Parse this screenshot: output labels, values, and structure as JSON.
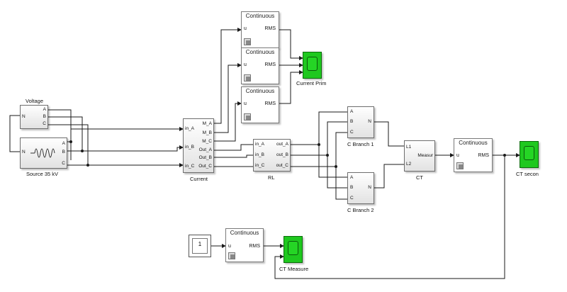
{
  "blocks": {
    "voltage": {
      "title": "Voltage",
      "ports": [
        "N",
        "A",
        "B",
        "C"
      ]
    },
    "source": {
      "title": "Source 35 kV",
      "ports": [
        "N",
        "A",
        "B",
        "C"
      ]
    },
    "current": {
      "title": "Current",
      "in": [
        "in_A",
        "in_B",
        "in_C"
      ],
      "out": [
        "M_A",
        "M_B",
        "M_C",
        "Out_A",
        "Out_B",
        "Out_C"
      ]
    },
    "rl": {
      "title": "RL",
      "in": [
        "in_A",
        "in_B",
        "in_C"
      ],
      "out": [
        "out_A",
        "out_B",
        "out_C"
      ]
    },
    "c_branch_1": {
      "title": "C Branch 1",
      "ports": [
        "A",
        "B",
        "C",
        "N"
      ]
    },
    "c_branch_2": {
      "title": "C Branch 2",
      "ports": [
        "A",
        "B",
        "C",
        "N"
      ]
    },
    "ct": {
      "title": "CT",
      "ports": [
        "L1",
        "L2",
        "Measur"
      ]
    },
    "rms1": {
      "title": "Continuous",
      "in": "u",
      "out": "RMS"
    },
    "rms2": {
      "title": "Continuous",
      "in": "u",
      "out": "RMS"
    },
    "rms3": {
      "title": "Continuous",
      "in": "u",
      "out": "RMS"
    },
    "rms4": {
      "title": "Continuous",
      "in": "u",
      "out": "RMS"
    },
    "rms5": {
      "title": "Continuous",
      "in": "u",
      "out": "RMS"
    },
    "scope_prim": {
      "title": "Current Prim"
    },
    "scope_ct_secon": {
      "title": "CT secon"
    },
    "scope_ct_measure": {
      "title": "CT Measure"
    },
    "constant": {
      "value": "1"
    }
  },
  "colors": {
    "scope": "#1fc81f",
    "wire": "#1a1a1a"
  },
  "icons": [
    "sine-wave-icon",
    "scope-icon",
    "rms-icon",
    "arrow-icon"
  ]
}
